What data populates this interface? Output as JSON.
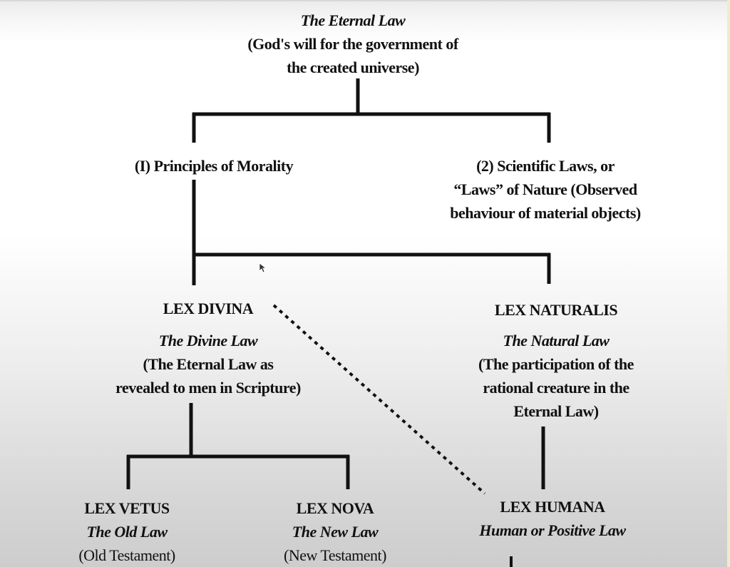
{
  "root": {
    "title": "The Eternal Law",
    "desc": [
      "(God's will for the government of",
      "the created universe)"
    ]
  },
  "branch1": {
    "label": "(I) Principles of Morality"
  },
  "branch2": {
    "lines": [
      "(2) Scientific Laws, or",
      "“Laws” of Nature (Observed",
      "behaviour of material objects)"
    ]
  },
  "lex_divina": {
    "name": "LEX DIVINA",
    "subtitle": "The Divine Law",
    "desc": [
      "(The Eternal Law as",
      "revealed to men in Scripture)"
    ]
  },
  "lex_naturalis": {
    "name": "LEX NATURALIS",
    "subtitle": "The Natural Law",
    "desc": [
      "(The participation of the",
      "rational creature in the",
      "Eternal Law)"
    ]
  },
  "lex_vetus": {
    "name": "LEX VETUS",
    "subtitle": "The Old Law",
    "desc": "(Old Testament)"
  },
  "lex_nova": {
    "name": "LEX NOVA",
    "subtitle": "The New Law",
    "desc": "(New Testament)"
  },
  "lex_humana": {
    "name": "LEX HUMANA",
    "subtitle": "Human or Positive Law"
  }
}
